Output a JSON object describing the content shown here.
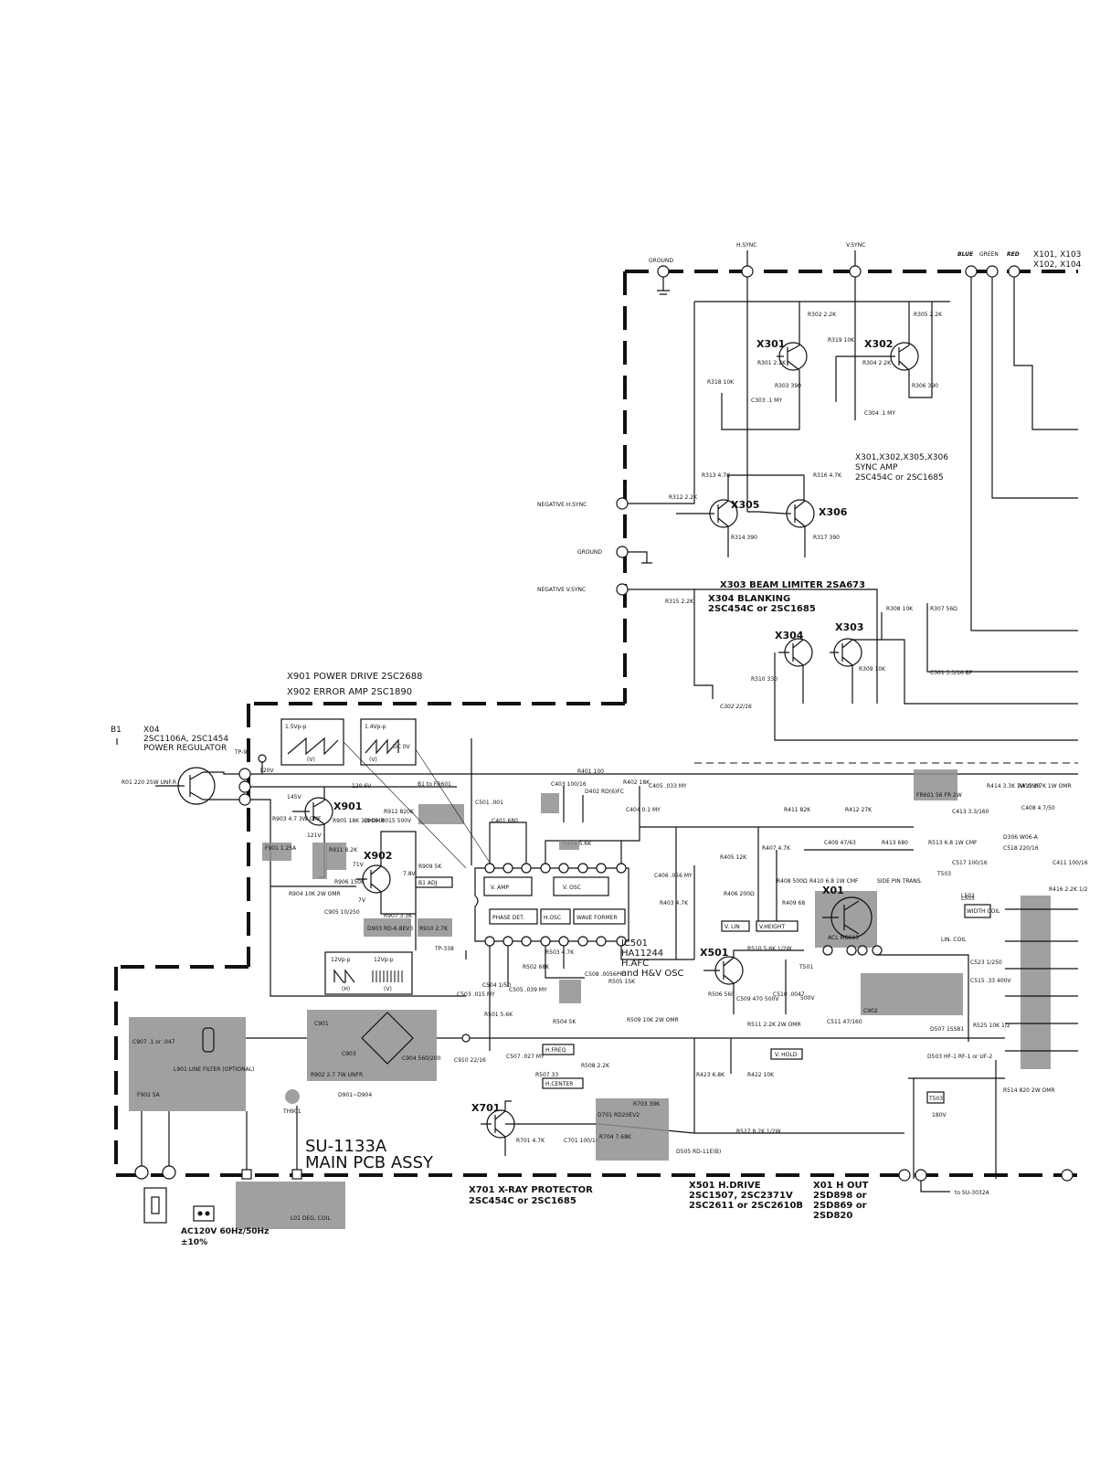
{
  "connectors": {
    "ground_top": "GROUND",
    "hsync_top": "H.SYNC",
    "vsync_top": "V.SYNC",
    "blue": "BLUE",
    "green": "GREEN",
    "red": "RED",
    "x101_a": "X101, X103",
    "x101_b": "X102, X104",
    "neg_hsync": "NEGATIVE H.SYNC",
    "ground_mid": "GROUND",
    "neg_vsync": "NEGATIVE V.SYNC",
    "b1": "B1",
    "tp91": "TP-91",
    "tp338": "TP-338",
    "b1_fr601": "B1 to FR601",
    "to_su3032a": "to SU-3032A"
  },
  "transistors": {
    "x301": "X301",
    "x302": "X302",
    "x305": "X305",
    "x306": "X306",
    "x304": "X304",
    "x303": "X303",
    "x901": "X901",
    "x902": "X902",
    "x501": "X501",
    "x701": "X701",
    "x01": "X01"
  },
  "labels": {
    "sync_amp_1": "X301,X302,X305,X306",
    "sync_amp_2": "SYNC AMP",
    "sync_amp_3": "2SC454C or 2SC1685",
    "beam_limiter": "X303 BEAM LIMITER 2SA673",
    "blanking_1": "X304 BLANKING",
    "blanking_2": "2SC454C or 2SC1685",
    "power_drive": "X901 POWER DRIVE 2SC2688",
    "error_amp": "X902 ERROR AMP 2SC1890",
    "x04_1": "X04",
    "x04_2": "2SC1106A, 2SC1454",
    "x04_3": "POWER REGULATOR",
    "ic501_1": "IC501",
    "ic501_2": "HA11244",
    "ic501_3": "H.AFC",
    "ic501_4": "and H&V OSC",
    "assy_1": "SU-1133A",
    "assy_2": "MAIN PCB ASSY",
    "xray_1": "X701 X-RAY PROTECTOR",
    "xray_2": "2SC454C or 2SC1685",
    "hdrive_1": "X501 H.DRIVE",
    "hdrive_2": "2SC1507, 2SC2371V",
    "hdrive_3": "2SC2611 or 2SC2610B",
    "hout_1": "X01 H OUT",
    "hout_2": "2SD898 or",
    "hout_3": "2SD869 or",
    "hout_4": "2SD820",
    "ac_1": "AC120V 60Hz/50Hz",
    "ac_2": "±10%",
    "v120": "120V",
    "v120_6": "120.6V",
    "v145": "145V",
    "v121": "121V",
    "v71": "71V",
    "v7": "7V",
    "v7_8": "7.8V",
    "v180": "180V",
    "v500": "500V"
  },
  "ic_blocks": {
    "vamp": "V. AMP",
    "vosc": "V. OSC",
    "phase": "PHASE DET.",
    "hosc": "H.OSC",
    "wave": "WAVE FORMER"
  },
  "controls": {
    "vlin": "V. LIN",
    "vheight": "V.HEIGHT",
    "hfreq": "H.FREQ",
    "hcenter": "H.CENTER",
    "vhold": "V. HOLD",
    "b1adj": "B1 ADJ",
    "width": "WIDTH COIL",
    "lin": "LIN. COIL"
  },
  "waveforms": {
    "w1": "1.5Vp-p",
    "w1u": "(V)",
    "w2": "1.4Vp-p",
    "w2u": "(V)",
    "w2dc": "DC 0V",
    "w3": "12Vp-p",
    "w3u": "(H)",
    "w4": "12Vp-p",
    "w4u": "(V)"
  },
  "components": {
    "r302": "R302 2.2K",
    "r305": "R305 2.2K",
    "r319": "R319 10K",
    "r301": "R301 2.2K",
    "r304": "R304 2.2K",
    "r318": "R318 10K",
    "r303": "R303 390",
    "r306": "R306 390",
    "c303": "C303 .1 MY",
    "c304": "C304 .1 MY",
    "r313": "R313 4.7K",
    "r316": "R316 4.7K",
    "r312": "R312 2.2K",
    "r314": "R314 390",
    "r317": "R317 390",
    "r315": "R315 2.2K",
    "r308": "R308 10K",
    "r307": "R307 56Ω",
    "r309": "R309 10K",
    "r310": "R310 330",
    "c301": "C301 3.3/16 BP",
    "c302": "C302 22/16",
    "r01": "R01 220 25W UNF.R",
    "r903": "R903 4.7 3W CMF",
    "r905": "R905 18K 1W OMR",
    "c906": "C906 .0015 500V",
    "r912": "R912 820K",
    "r906": "R906 150K",
    "r909": "R909 5K",
    "r907": "R907 3.3K",
    "r904": "R904 10K 2W OMR",
    "c905": "C905 10/250",
    "d903": "D903 RD-6.8EV3",
    "r910": "R910 2.7K",
    "r911": "R911 8.2K",
    "f901": "F901 1.25A",
    "c501": "C501 .001",
    "c401": "C401 680",
    "c403": "C403 100/16",
    "d402": "D402 RD(6)FC",
    "r401": "R401 100",
    "r402": "R402 18K",
    "c405": "C405 .033 MY",
    "c404": "C404 0.1 MY",
    "r404": "R404 5.6K",
    "c406": "C406 .056 MY",
    "r403": "R403 4.7K",
    "r411": "R411 82K",
    "r412": "R412 27K",
    "r407": "R407 4.7K",
    "r405": "R405 12K",
    "r406": "R406 200Ω",
    "r408": "R408 500Ω",
    "r409": "R409 68",
    "r410": "R410 6.8 1W CMF",
    "c409": "C409 47/63",
    "r413": "R413 680",
    "r414": "R414 3.3K 1W OMR",
    "r415": "R415 2.7K 1W OMR",
    "c413": "C413 3.3/160",
    "c408": "C408 4.7/50",
    "fr601": "FR601 56 FR 2W",
    "r513": "R513 6.8 1W CMF",
    "d306": "D306 W06-A",
    "c518": "C518 220/16",
    "c517": "C517 100/16",
    "t503": "T503",
    "side_pin": "SIDE PIN TRANS.",
    "c411": "C411 100/16",
    "r416": "R416 2.2K 1/2",
    "l503": "L503",
    "l502": "L502",
    "c523": "C523 1/250",
    "c515": "C515 .33 400V",
    "d507": "D507 1SS81",
    "r525": "R525 10K 1/2",
    "d503": "D503 HF-1 RF-1 or UF-2",
    "r514": "R514 820 2W OMR",
    "r510": "R510 5.6K 1/2W",
    "r511": "R511 2.2K 2W OMR",
    "c510": "C510 .0047",
    "c511": "C511 47/160",
    "t501": "T501",
    "c509": "C509 470 500V",
    "r506": "R506 560",
    "r505": "R505 15K",
    "c508": "C508 .0056PP",
    "r502": "R502 68K",
    "c505": "C505 .039 MY",
    "r503": "R503 4.7K",
    "c504": "C504 1/50",
    "c503": "C503 .015 MY",
    "r501": "R501 5.6K",
    "r504": "R504 5K",
    "r509": "R509 10K 2W OMR",
    "c507": "C507 .027 MY",
    "r507": "R507 33",
    "r508": "R508 2.2K",
    "r423": "R423 6.8K",
    "r422": "R422 10K",
    "r527": "R527 8.2K 1/2W",
    "r701": "R701 4.7K",
    "c701": "C701 100/16",
    "d701": "D701 RD20EV2",
    "r703": "R703 39K",
    "r704": "R704 7.68K",
    "d505": "D505 RD-11E(B)",
    "c907": "C907 .1 or .047",
    "l901": "L901 LINE FILTER (OPTIONAL)",
    "f902": "F902 5A",
    "d901": "D901~D904",
    "r902": "R902 2.7 7W UNFR",
    "c904": "C904 560/200",
    "c902": "C902",
    "c903": "C903",
    "c901": "C901",
    "th901": "TH901",
    "l01": "L01 DEG. COIL",
    "c910": "C910 22/16",
    "x01_sub": "ACL M6613"
  }
}
